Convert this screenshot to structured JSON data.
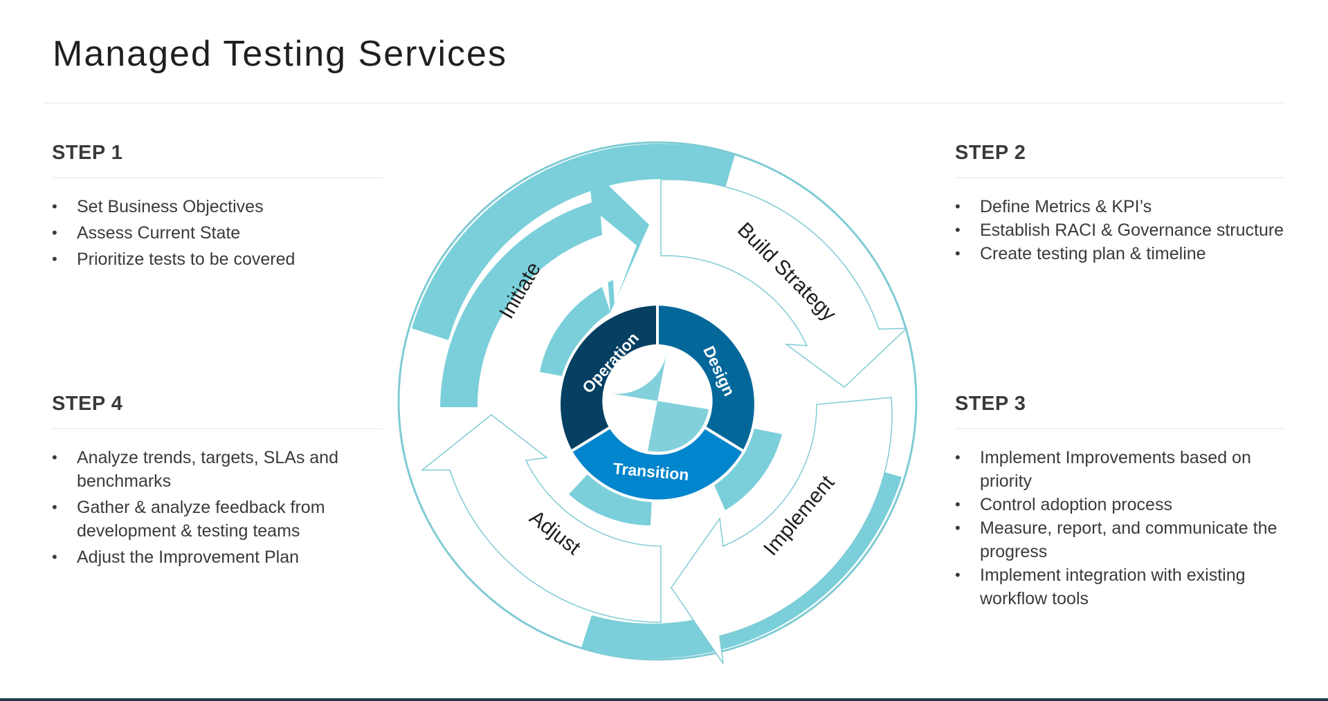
{
  "title": "Managed Testing Services",
  "steps": {
    "step1": {
      "title": "STEP 1",
      "items": [
        "Set Business Objectives",
        "Assess Current State",
        "Prioritize tests to be covered"
      ]
    },
    "step2": {
      "title": "STEP 2",
      "items": [
        "Define Metrics & KPI’s",
        "Establish RACI & Governance structure",
        "Create testing plan & timeline"
      ]
    },
    "step3": {
      "title": "STEP 3",
      "items": [
        "Implement Improvements based on priority",
        "Control adoption process",
        "Measure, report, and communicate the progress",
        "Implement integration with existing workflow tools"
      ]
    },
    "step4": {
      "title": "STEP 4",
      "items": [
        "Analyze trends, targets, SLAs and benchmarks",
        "Gather & analyze feedback from development & testing teams",
        "Adjust the Improvement Plan"
      ]
    }
  },
  "diagram": {
    "outer": {
      "initiate": "Initiate",
      "build_strategy": "Build Strategy",
      "implement": "Implement",
      "adjust": "Adjust"
    },
    "inner": {
      "operation": "Operation",
      "design": "Design",
      "transition": "Transition"
    },
    "colors": {
      "light_teal": "#7acfda",
      "outline_teal": "#7fcbd4",
      "operation": "#053f62",
      "design": "#03679a",
      "transition": "#0185cc",
      "center_pale": "#82d0dc"
    }
  }
}
